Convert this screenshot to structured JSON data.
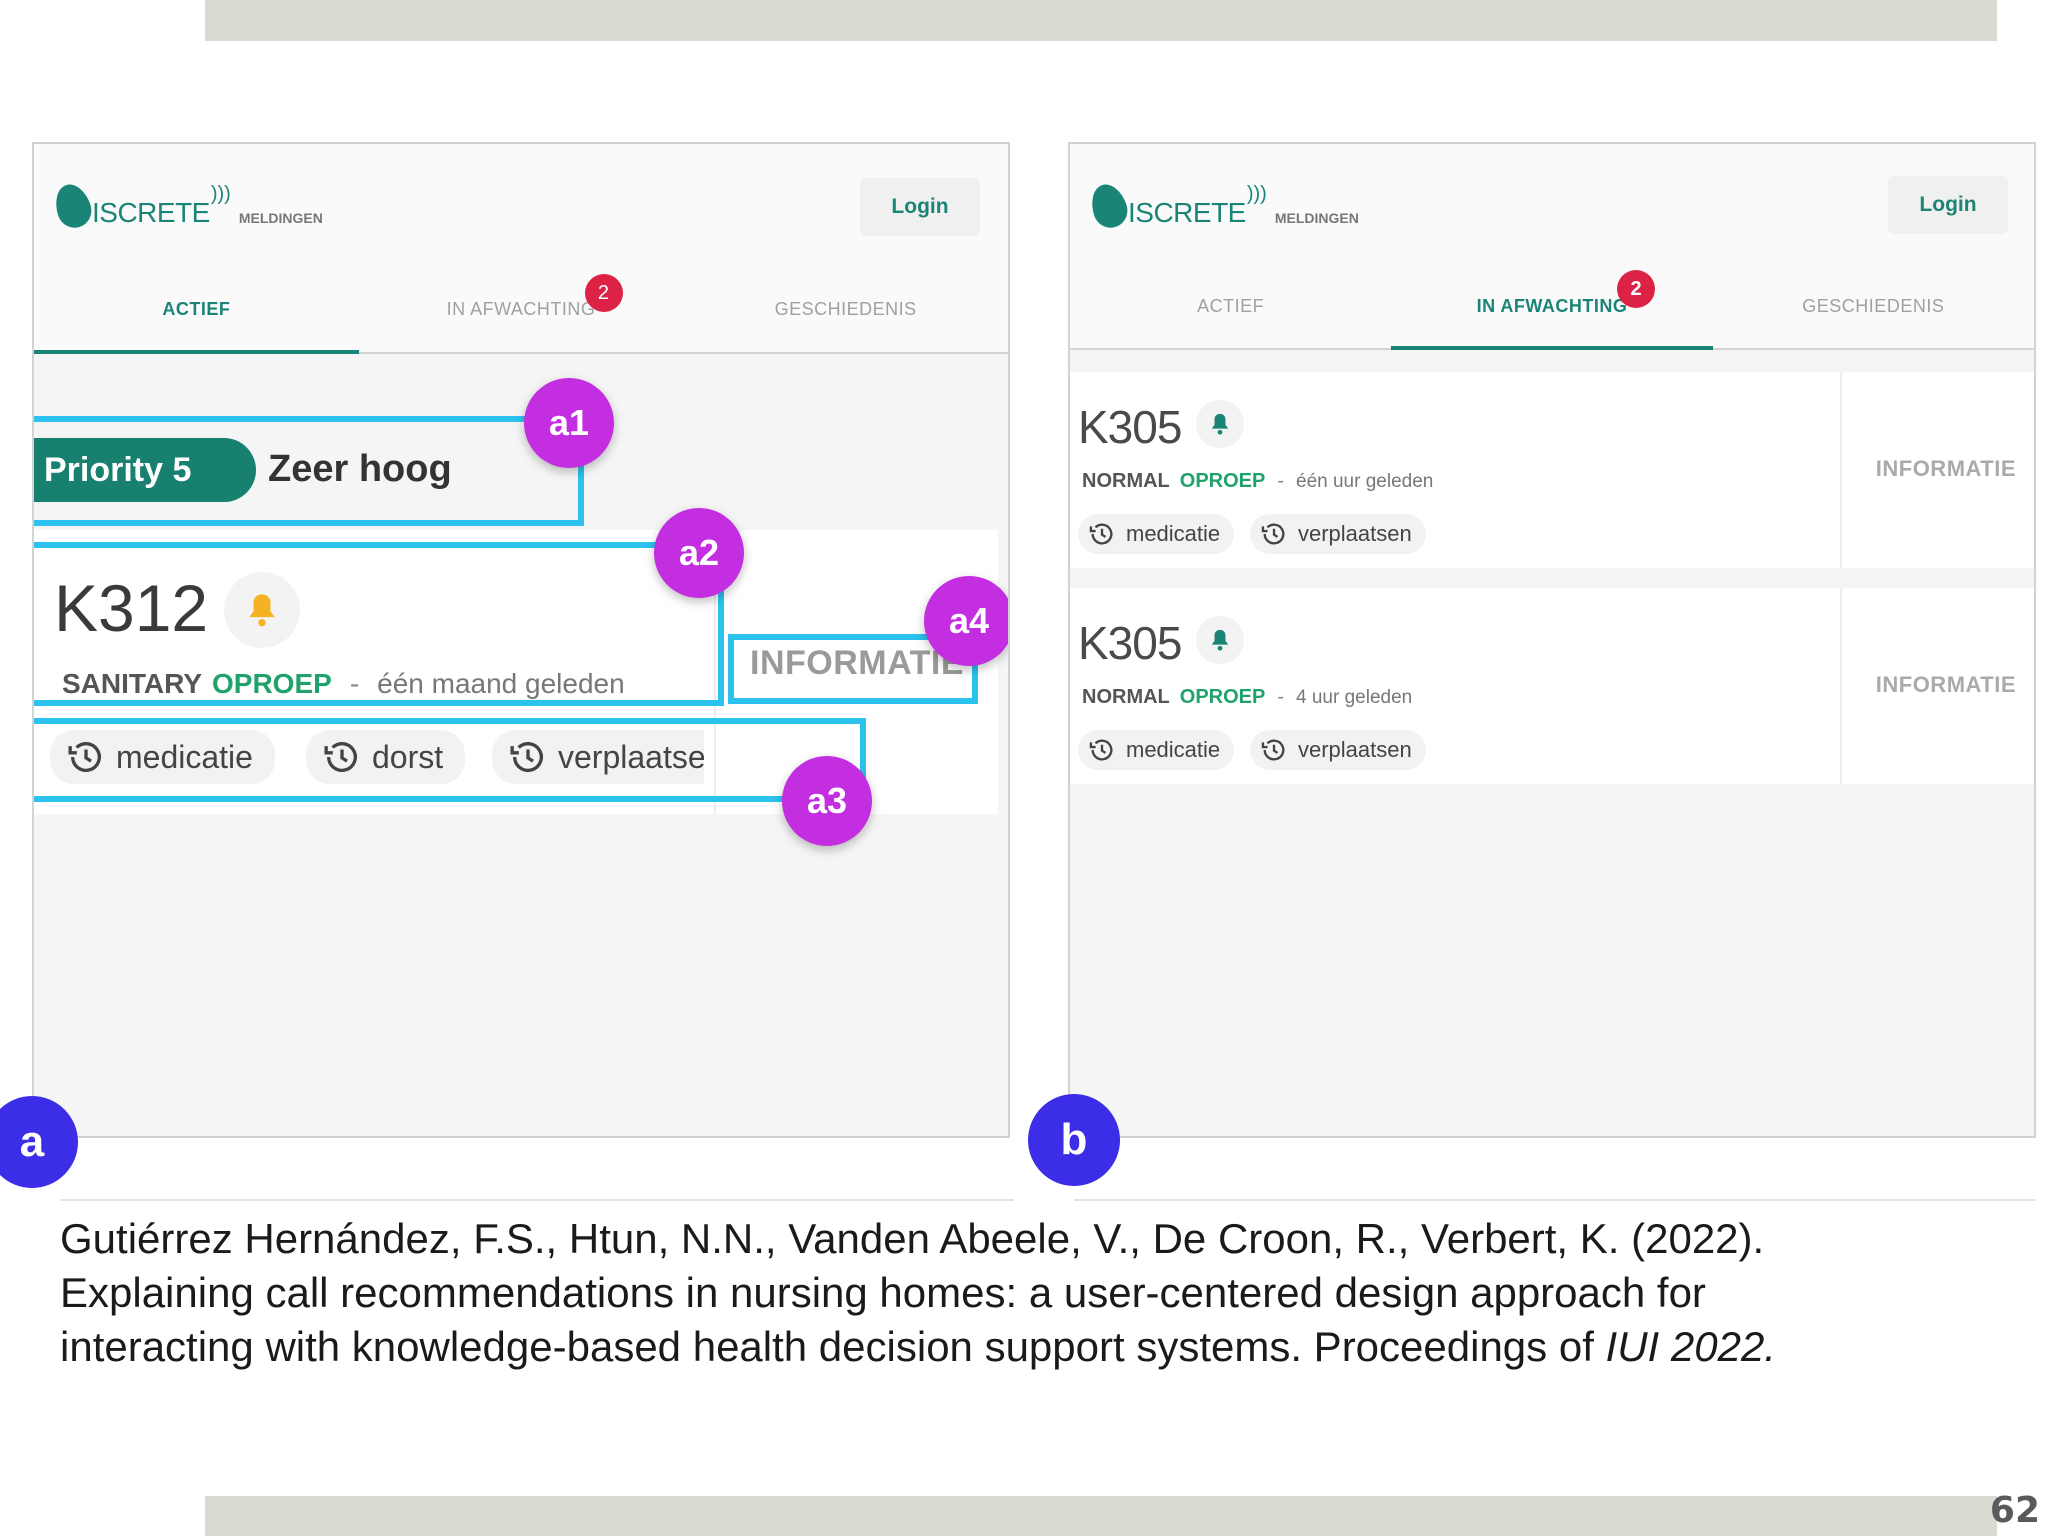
{
  "page_number": "62",
  "panel_a": {
    "label": "a",
    "app": {
      "logo_word": "ISCRETE",
      "logo_sub": "MELDINGEN",
      "login_label": "Login",
      "tabs": [
        {
          "label": "ACTIEF",
          "active": true
        },
        {
          "label": "IN AFWACHTING",
          "active": false,
          "badge": "2"
        },
        {
          "label": "GESCHIEDENIS",
          "active": false
        }
      ]
    },
    "priority": {
      "pill": "Priority 5",
      "text": "Zeer hoog"
    },
    "call": {
      "room": "K312",
      "type": "SANITARY",
      "call_label": "OPROEP",
      "separator": "-",
      "time": "één maand geleden",
      "chips": [
        "medicatie",
        "dorst",
        "verplaatsen"
      ],
      "info_label": "INFORMATIE"
    },
    "annotations": [
      "a1",
      "a2",
      "a3",
      "a4"
    ]
  },
  "panel_b": {
    "label": "b",
    "app": {
      "logo_word": "ISCRETE",
      "logo_sub": "MELDINGEN",
      "login_label": "Login",
      "tabs": [
        {
          "label": "ACTIEF",
          "active": false
        },
        {
          "label": "IN AFWACHTING",
          "active": true,
          "badge": "2"
        },
        {
          "label": "GESCHIEDENIS",
          "active": false
        }
      ]
    },
    "calls": [
      {
        "room": "K305",
        "type": "NORMAL",
        "call_label": "OPROEP",
        "separator": "-",
        "time": "één uur geleden",
        "chips": [
          "medicatie",
          "verplaatsen"
        ],
        "info_label": "INFORMATIE"
      },
      {
        "room": "K305",
        "type": "NORMAL",
        "call_label": "OPROEP",
        "separator": "-",
        "time": "4 uur geleden",
        "chips": [
          "medicatie",
          "verplaatsen"
        ],
        "info_label": "INFORMATIE"
      }
    ]
  },
  "citation": {
    "text": "Gutiérrez Hernández, F.S., Htun, N.N., Vanden Abeele, V., De Croon, R., Verbert, K. (2022). Explaining call recommendations in nursing homes: a user-centered design approach for interacting with knowledge-based health decision support systems. Proceedings of ",
    "venue": "IUI 2022."
  },
  "colors": {
    "brand_teal": "#1a8577",
    "call_green": "#1fa36a",
    "badge_red": "#dc2345",
    "highlight_cyan": "#2bc2ee",
    "marker_purple": "#c32ee0",
    "panel_label_blue": "#3b2ee6",
    "bell_amber": "#f5b324",
    "slide_bar": "#d8dbd1"
  },
  "icons": [
    "logo-drop-icon",
    "bell-icon",
    "history-icon"
  ]
}
